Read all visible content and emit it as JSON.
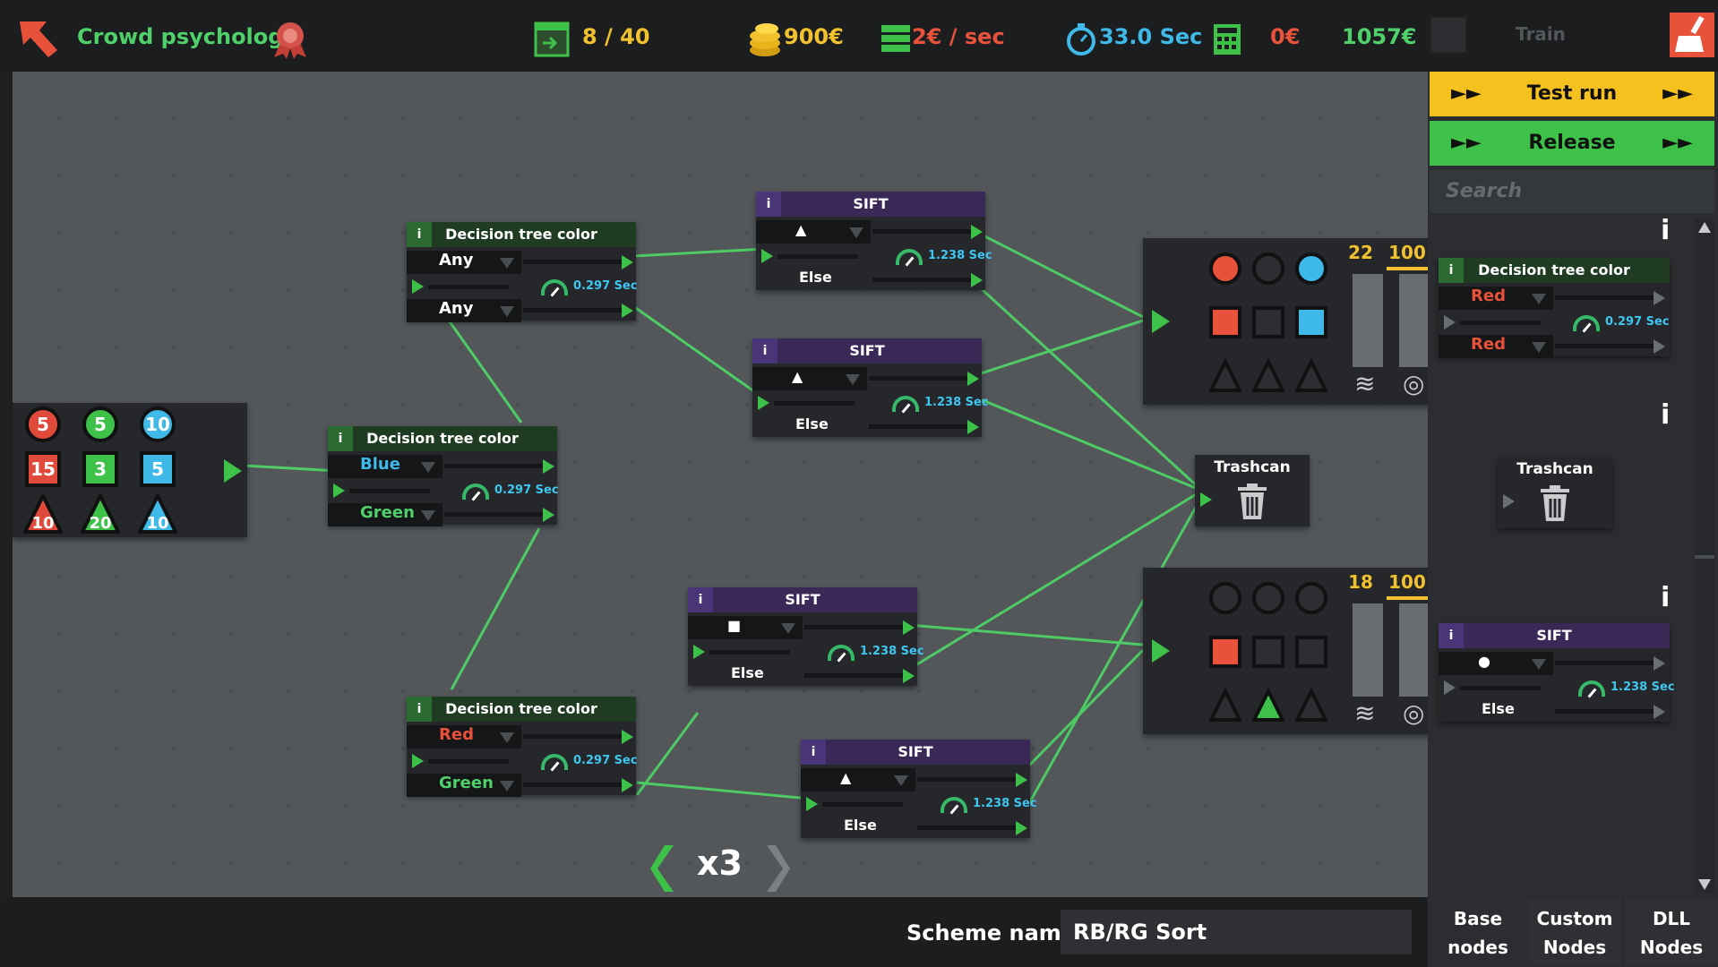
{
  "topbar": {
    "title": "Crowd psychology",
    "slots": "8 / 40",
    "money": "900€",
    "rate": "2€ / sec",
    "time": "33.0 Sec",
    "cost": "0€",
    "balance": "1057€",
    "train_label": "Train"
  },
  "buttons": {
    "test_run": "Test run",
    "release": "Release"
  },
  "search": {
    "placeholder": "Search"
  },
  "scheme": {
    "label": "Scheme name :",
    "value": "RB/RG Sort"
  },
  "multiplier": "x3",
  "tabs": [
    {
      "line1": "Base",
      "line2": "nodes"
    },
    {
      "line1": "Custom",
      "line2": "Nodes"
    },
    {
      "line1": "DLL",
      "line2": "Nodes"
    }
  ],
  "source": {
    "circles": [
      "5",
      "5",
      "10"
    ],
    "squares": [
      "15",
      "3",
      "5"
    ],
    "triangles": [
      "10",
      "20",
      "10"
    ],
    "colors": [
      "#e04a3a",
      "#3ec149",
      "#3fb9e8"
    ]
  },
  "dt_nodes": [
    {
      "title": "Decision tree color",
      "a": "Any",
      "b": "Any",
      "speed": "0.297 Sec"
    },
    {
      "title": "Decision tree color",
      "a": "Blue",
      "b": "Green",
      "speed": "0.297 Sec"
    },
    {
      "title": "Decision tree color",
      "a": "Red",
      "b": "Green",
      "speed": "0.297 Sec"
    }
  ],
  "sift_nodes": [
    {
      "title": "SIFT",
      "shape": "▲",
      "else": "Else",
      "speed": "1.238 Sec"
    },
    {
      "title": "SIFT",
      "shape": "▲",
      "else": "Else",
      "speed": "1.238 Sec"
    },
    {
      "title": "SIFT",
      "shape": "■",
      "else": "Else",
      "speed": "1.238 Sec"
    },
    {
      "title": "SIFT",
      "shape": "▲",
      "else": "Else",
      "speed": "1.238 Sec"
    }
  ],
  "trashcan": {
    "title": "Trashcan"
  },
  "targets": [
    {
      "count": "22",
      "max": "100",
      "filled": [
        "circle-red",
        "circle-blue",
        "square-red",
        "square-blue"
      ]
    },
    {
      "count": "18",
      "max": "100",
      "filled": [
        "square-red",
        "triangle-green"
      ]
    }
  ],
  "panel": {
    "dt": {
      "title": "Decision tree color",
      "a": "Red",
      "b": "Red",
      "speed": "0.297 Sec"
    },
    "trash": {
      "title": "Trashcan"
    },
    "sift": {
      "title": "SIFT",
      "shape": "●",
      "else": "Else",
      "speed": "1.238 Sec"
    },
    "info": "i"
  }
}
